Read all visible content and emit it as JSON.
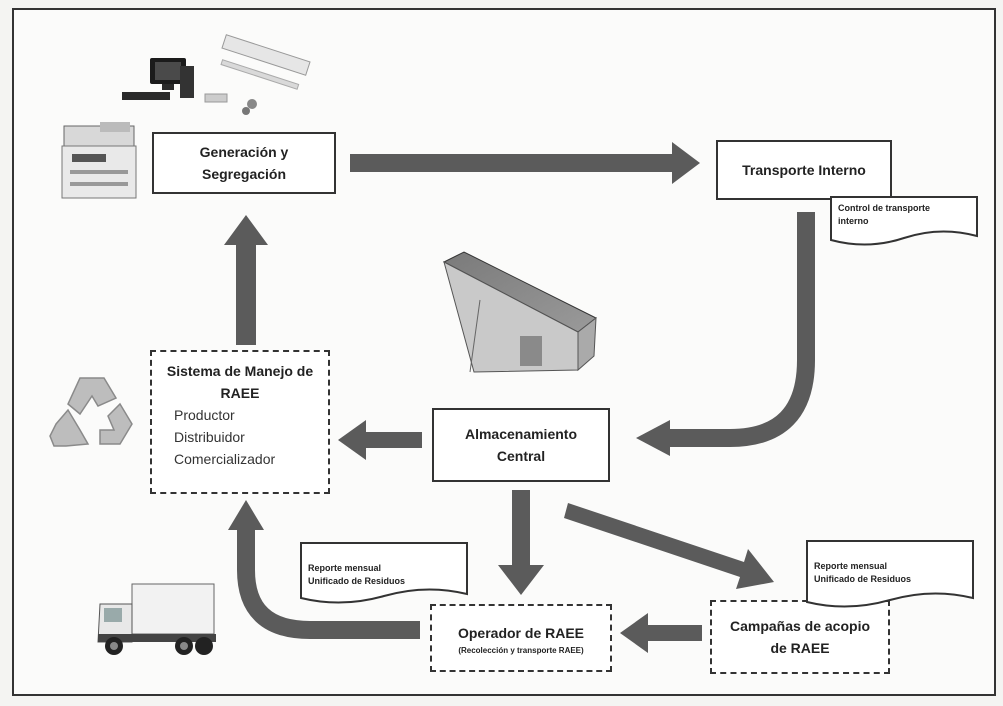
{
  "nodes": {
    "generacion": {
      "title": "Generación y Segregación"
    },
    "transporte": {
      "title": "Transporte Interno"
    },
    "almacenamiento": {
      "title": "Almacenamiento Central"
    },
    "sistema": {
      "title": "Sistema de Manejo de RAEE",
      "items": [
        "Productor",
        "Distribuidor",
        "Comercializador"
      ]
    },
    "operador": {
      "title": "Operador de RAEE",
      "subtitle": "(Recolección y transporte RAEE)"
    },
    "campanas": {
      "title": "Campañas de acopio de RAEE"
    }
  },
  "documents": {
    "control_transporte": "Control de transporte interno",
    "reporte_operador": "Reporte mensual Unificado de Residuos",
    "reporte_campanas": "Reporte mensual Unificado de Residuos"
  },
  "icons": [
    "computer-icon",
    "fluorescent-tube-icon",
    "printer-icon",
    "warehouse-icon",
    "recycle-icon",
    "truck-icon"
  ],
  "colors": {
    "arrow": "#5b5b5b",
    "border": "#333333"
  }
}
